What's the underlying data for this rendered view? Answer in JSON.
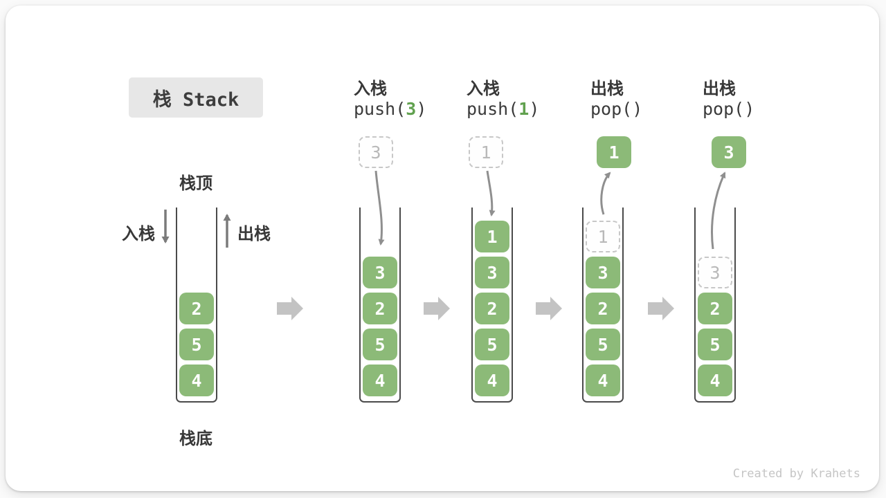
{
  "title": "栈 Stack",
  "watermark": "Created by Krahets",
  "legend": {
    "stack_top": "栈顶",
    "stack_bottom": "栈底",
    "push": "入栈",
    "pop": "出栈"
  },
  "colors": {
    "block": "#8cba78",
    "code_arg": "#61a14f",
    "title_bg": "#e7e7e7",
    "dark_text": "#3a3a3a",
    "ghost_border": "#c7c7c7",
    "ghost_text": "#b9b9b9",
    "flow_arrow": "#8f8f8f",
    "big_arrow": "#c3c3c3",
    "well_border": "#4a4a4a"
  },
  "stages": [
    {
      "items": [
        {
          "value": "4"
        },
        {
          "value": "5"
        },
        {
          "value": "2"
        }
      ]
    },
    {
      "op_cn": "入栈",
      "code_pre": "push(",
      "code_arg": "3",
      "code_post": ")",
      "floating": {
        "value": "3",
        "kind": "ghost"
      },
      "items": [
        {
          "value": "4"
        },
        {
          "value": "5"
        },
        {
          "value": "2"
        },
        {
          "value": "3"
        }
      ]
    },
    {
      "op_cn": "入栈",
      "code_pre": "push(",
      "code_arg": "1",
      "code_post": ")",
      "floating": {
        "value": "1",
        "kind": "ghost"
      },
      "items": [
        {
          "value": "4"
        },
        {
          "value": "5"
        },
        {
          "value": "2"
        },
        {
          "value": "3"
        },
        {
          "value": "1"
        }
      ]
    },
    {
      "op_cn": "出栈",
      "code_pre": "pop(",
      "code_arg": "",
      "code_post": ")",
      "floating": {
        "value": "1",
        "kind": "solid"
      },
      "items": [
        {
          "value": "4"
        },
        {
          "value": "5"
        },
        {
          "value": "2"
        },
        {
          "value": "3"
        },
        {
          "value": "1",
          "ghost": true
        }
      ]
    },
    {
      "op_cn": "出栈",
      "code_pre": "pop(",
      "code_arg": "",
      "code_post": ")",
      "floating": {
        "value": "3",
        "kind": "solid"
      },
      "items": [
        {
          "value": "4"
        },
        {
          "value": "5"
        },
        {
          "value": "2"
        },
        {
          "value": "3",
          "ghost": true
        }
      ]
    }
  ]
}
